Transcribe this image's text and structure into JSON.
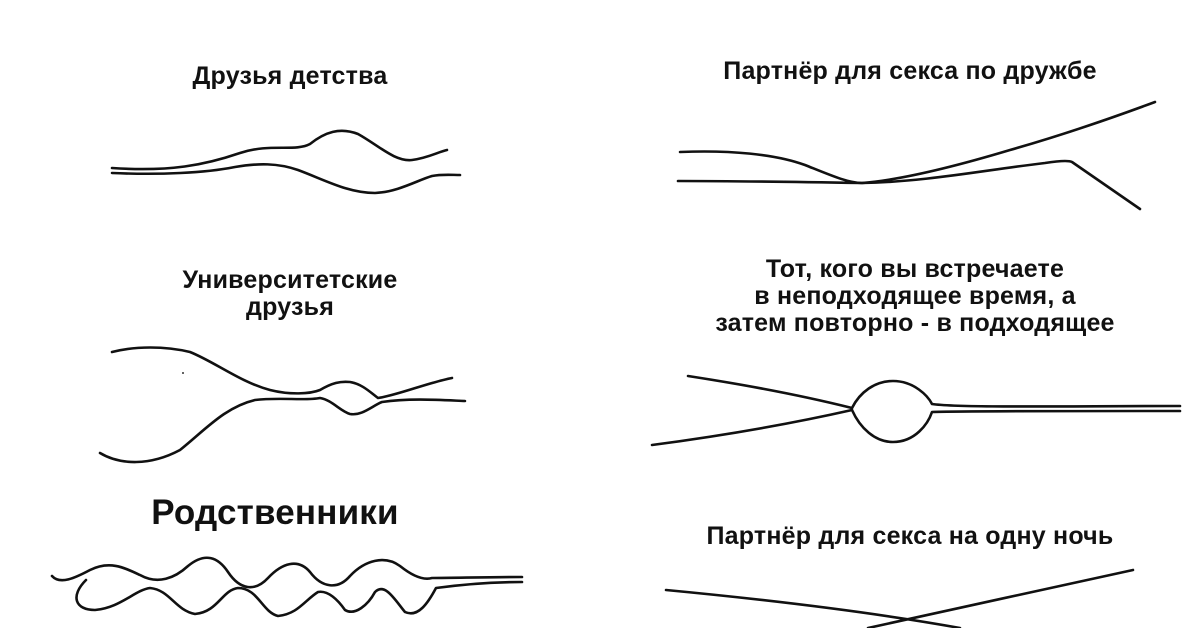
{
  "panels": {
    "childhood": {
      "title": "Друзья детства"
    },
    "fwb": {
      "title": "Партнёр для секса по дружбе"
    },
    "university": {
      "title": "Университетские\nдрузья"
    },
    "wrong_time": {
      "title": "Тот, кого вы встречаете\nв неподходящее время, а\nзатем повторно - в подходящее"
    },
    "relatives": {
      "title": "Родственники"
    },
    "one_night": {
      "title": "Партнёр для секса на одну ночь"
    }
  }
}
